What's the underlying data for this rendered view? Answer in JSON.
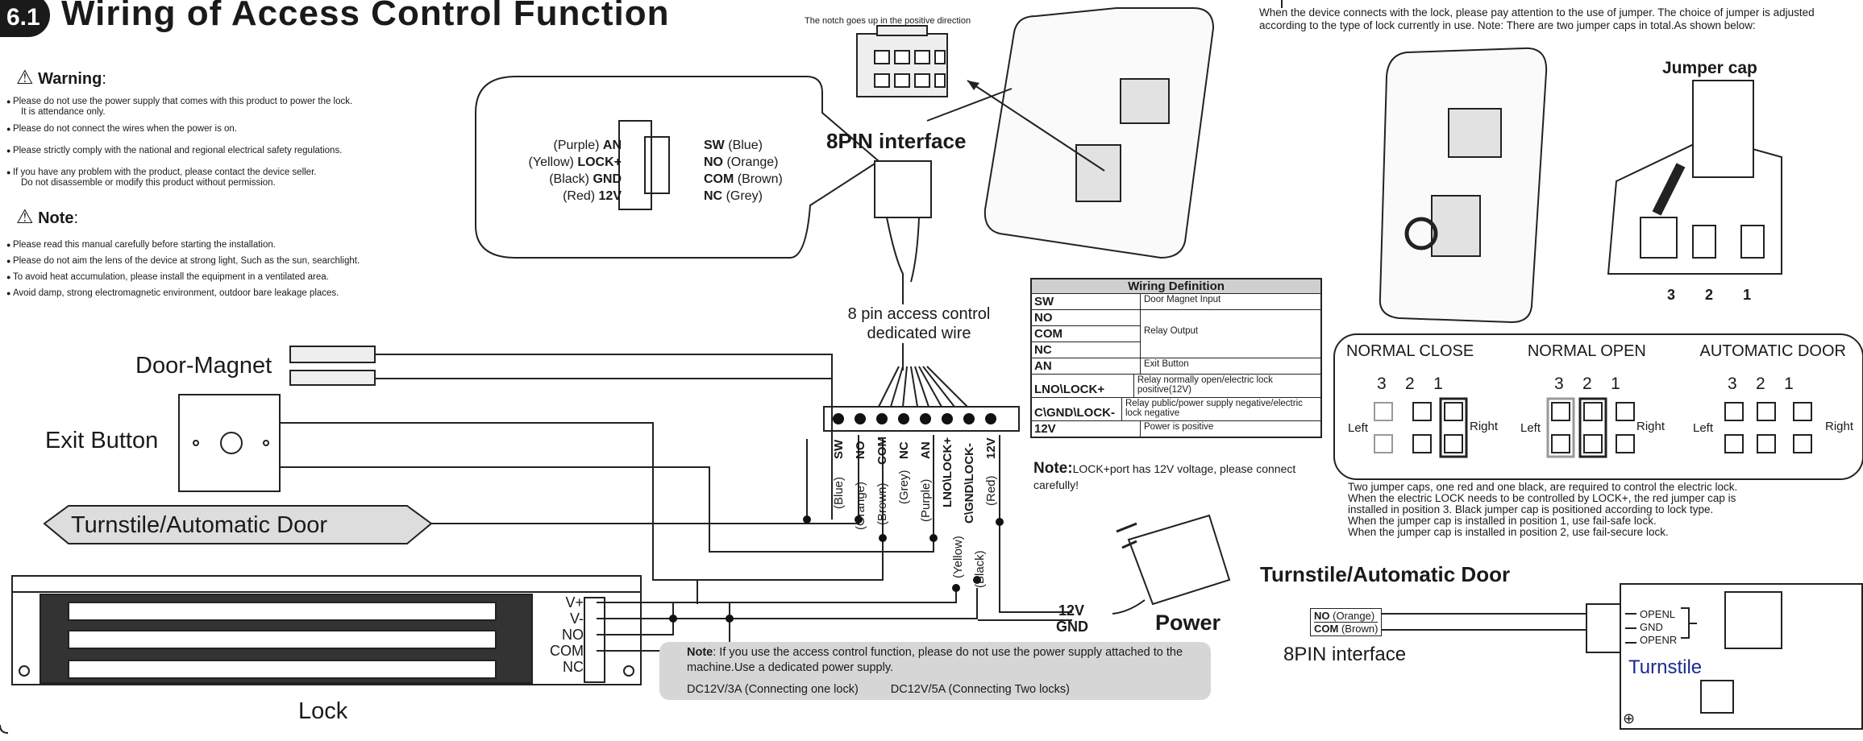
{
  "header": {
    "badge": "6.1",
    "title": "Wiring of Access Control Function"
  },
  "warning": {
    "title": "Warning",
    "items": [
      "Please do not use the power supply that comes with this product to power the lock.",
      "It is attendance only.",
      "Please do not connect the wires when the power is on.",
      "Please strictly comply with the national and regional electrical safety regulations.",
      "If you have any problem with the product, please contact the device seller.",
      "Do not disassemble or modify this product without permission."
    ]
  },
  "note": {
    "title": "Note",
    "items": [
      "Please read this manual carefully before starting the installation.",
      "Please do not aim the lens of the device at strong light, Such as the sun, searchlight.",
      "To avoid heat accumulation, please install the equipment in a ventilated area.",
      "Avoid damp, strong electromagnetic environment, outdoor bare leakage places."
    ]
  },
  "notch_text": "The notch goes up in the positive direction",
  "pin_interface_label": "8PIN interface",
  "zoom_left": [
    {
      "color": "(Purple)",
      "name": "AN"
    },
    {
      "color": "(Yellow)",
      "name": "LOCK+"
    },
    {
      "color": "(Black)",
      "name": "GND"
    },
    {
      "color": "(Red)",
      "name": "12V"
    }
  ],
  "zoom_right": [
    {
      "name": "SW",
      "color": "(Blue)"
    },
    {
      "name": "NO",
      "color": "(Orange)"
    },
    {
      "name": "COM",
      "color": "(Brown)"
    },
    {
      "name": "NC",
      "color": "(Grey)"
    }
  ],
  "wire_caption_1": "8 pin access control",
  "wire_caption_2": "dedicated wire",
  "terminal_labels": [
    "SW",
    "NO",
    "COM",
    "NC",
    "AN",
    "LNO\\LOCK+",
    "C\\GND\\LOCK-",
    "12V"
  ],
  "terminal_colors": [
    "(Blue)",
    "(Orange)",
    "(Brown)",
    "(Grey)",
    "(Purple)",
    "(Yellow)",
    "(Black)",
    "(Red)"
  ],
  "devices": {
    "door_magnet": "Door-Magnet",
    "exit_button": "Exit Button",
    "turnstile": "Turnstile/Automatic Door",
    "lock": "Lock"
  },
  "lock_terms": [
    "V+",
    "V-",
    "NO",
    "COM",
    "NC"
  ],
  "power": {
    "label": "Power",
    "v12": "12V",
    "gnd": "GND"
  },
  "wiring_table": {
    "title": "Wiring Definition",
    "rows": [
      {
        "k": "SW",
        "v": "Door Magnet Input"
      },
      {
        "k": "NO",
        "v": ""
      },
      {
        "k": "COM",
        "v": "Relay Output"
      },
      {
        "k": "NC",
        "v": ""
      },
      {
        "k": "AN",
        "v": "Exit Button"
      },
      {
        "k": "LNO\\LOCK+",
        "v": "Relay normally open/electric lock positive(12V)"
      },
      {
        "k": "C\\GND\\LOCK-",
        "v": "Relay public/power supply negative/electric lock negative"
      },
      {
        "k": "12V",
        "v": "Power is positive"
      }
    ]
  },
  "table_note": {
    "head": "Note:",
    "text": "LOCK+port has 12V voltage, please connect carefully!"
  },
  "bottom_note": {
    "head": "Note",
    "text": ": If you use the access control function, please do not use the power supply attached to the machine.Use a dedicated power supply.",
    "spec1": "DC12V/3A  (Connecting one lock)",
    "spec2": "DC12V/5A  (Connecting Two locks)"
  },
  "jumper": {
    "intro": "When the device connects with the lock, please pay attention to the use of jumper. The choice of jumper is adjusted according to the type of lock currently in use. Note: There are two jumper caps in total.As shown below:",
    "cap_title": "Jumper cap",
    "positions": [
      "3",
      "2",
      "1"
    ],
    "modes": [
      "NORMAL CLOSE",
      "NORMAL OPEN",
      "AUTOMATIC DOOR"
    ],
    "left": "Left",
    "right": "Right",
    "desc": [
      "Two jumper caps, one red and one black, are required to control the electric lock.",
      "When the electric LOCK needs to be controlled by LOCK+, the red jumper cap is",
      "installed in position 3. Black jumper cap is positioned according to lock type.",
      "When the jumper cap is installed in position 1, use fail-safe lock.",
      "When the jumper cap is installed in position 2, use fail-secure lock."
    ]
  },
  "turnstile_section": {
    "title": "Turnstile/Automatic Door",
    "no": "NO",
    "no_c": "(Orange)",
    "com": "COM",
    "com_c": "(Brown)",
    "pin": "8PIN interface",
    "openl": "OPENL",
    "gnd": "GND",
    "openr": "OPENR",
    "board": "Turnstile"
  }
}
